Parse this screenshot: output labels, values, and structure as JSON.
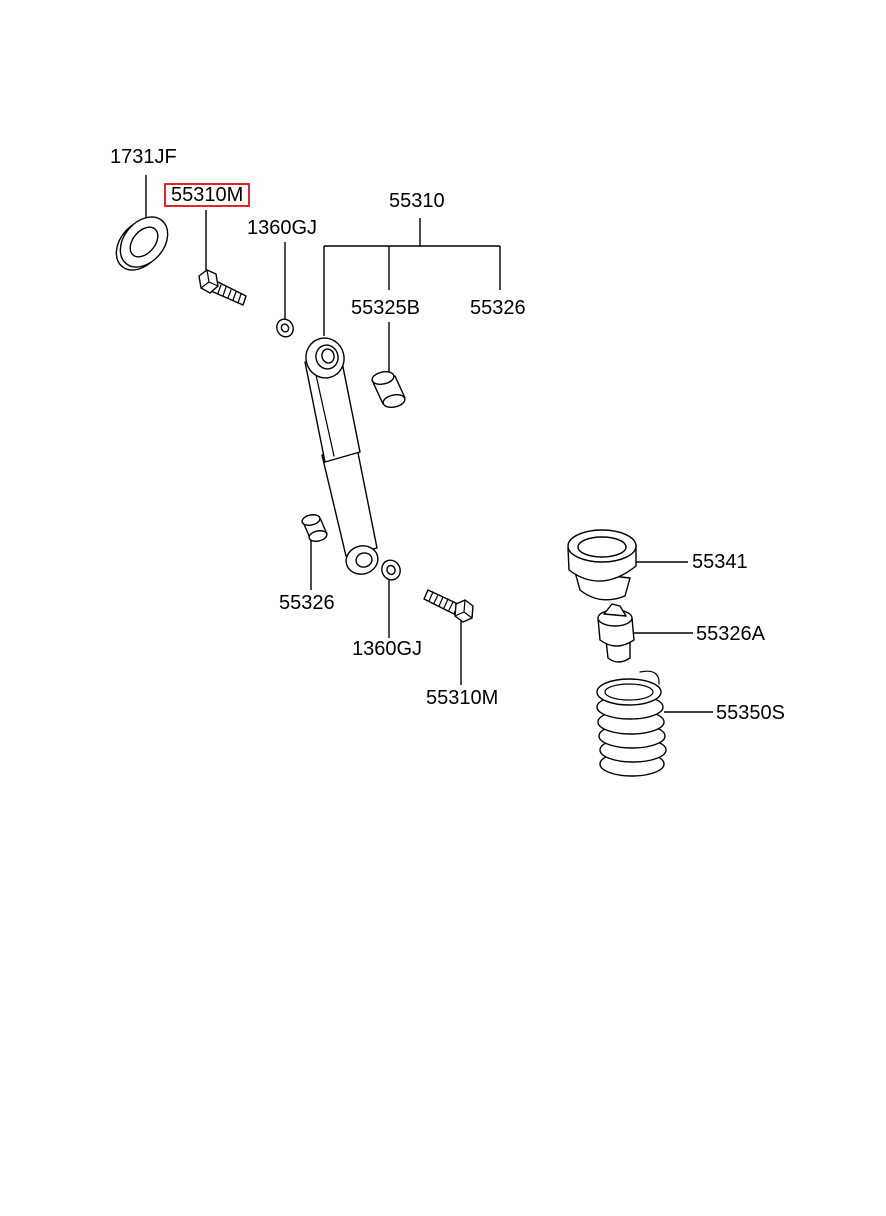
{
  "labels": {
    "washer_top": "1731JF",
    "bolt_top": "55310M",
    "nut_top": "1360GJ",
    "shock_absorber": "55310",
    "bushing_upper": "55325B",
    "bushing_upper_right": "55326",
    "bushing_lower": "55326",
    "nut_bottom": "1360GJ",
    "bolt_bottom": "55310M",
    "spring_seat": "55341",
    "bumper_stopper": "55326A",
    "coil_spring": "55350S"
  },
  "colors": {
    "highlight": "#e0262c",
    "line": "#000000",
    "background": "#ffffff"
  },
  "highlighted_label": "bolt_top"
}
